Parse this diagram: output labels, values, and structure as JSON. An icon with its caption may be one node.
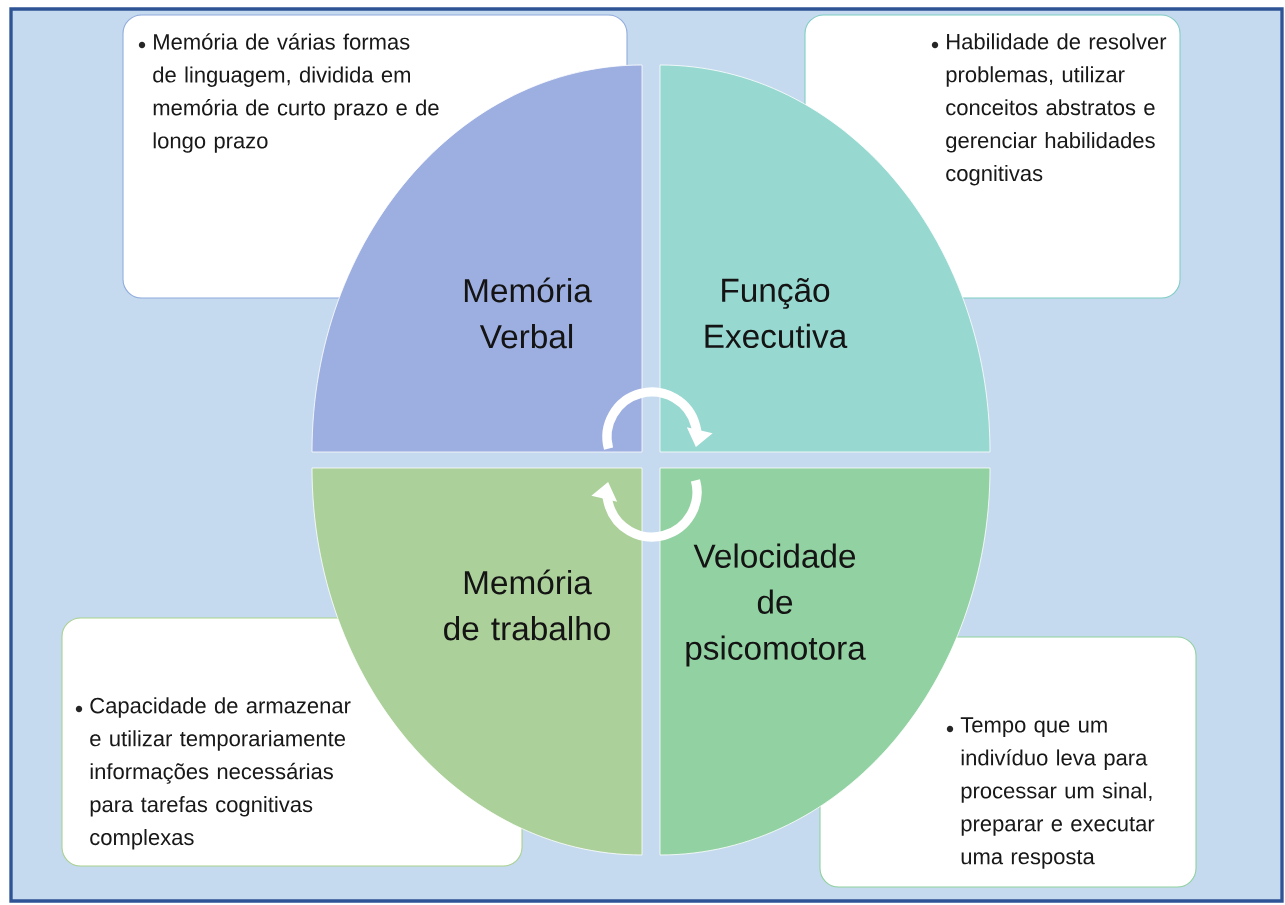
{
  "diagram": {
    "nodes": [
      {
        "text": [
          "Memória de várias formas de linguagem, dividida em memória de curto prazo e de longo prazo"
        ]
      },
      {
        "text": [
          "Habilidade de resolver problemas, utilizar conceitos abstratos e gerenciar habilidades cognitivas"
        ]
      },
      {
        "text": [
          "Memória Verbal"
        ]
      },
      {
        "text": [
          "Função Executiva"
        ]
      },
      {
        "text": [
          "Memória de trabalho"
        ]
      },
      {
        "text": [
          "Velocidade de psicomotora"
        ]
      },
      {
        "text": [
          "Capacidade de armazenar e utilizar temporariamente informações necessárias para tarefas cognitivas complexas"
        ]
      },
      {
        "text": [
          "Tempo que um indivíduo leva para processar um sinal, preparar e executar uma resposta"
        ]
      }
    ],
    "edges": [
      {
        "from": 2,
        "to": 3,
        "arrow": "to"
      },
      {
        "from": 5,
        "to": 4,
        "arrow": "to"
      }
    ]
  }
}
